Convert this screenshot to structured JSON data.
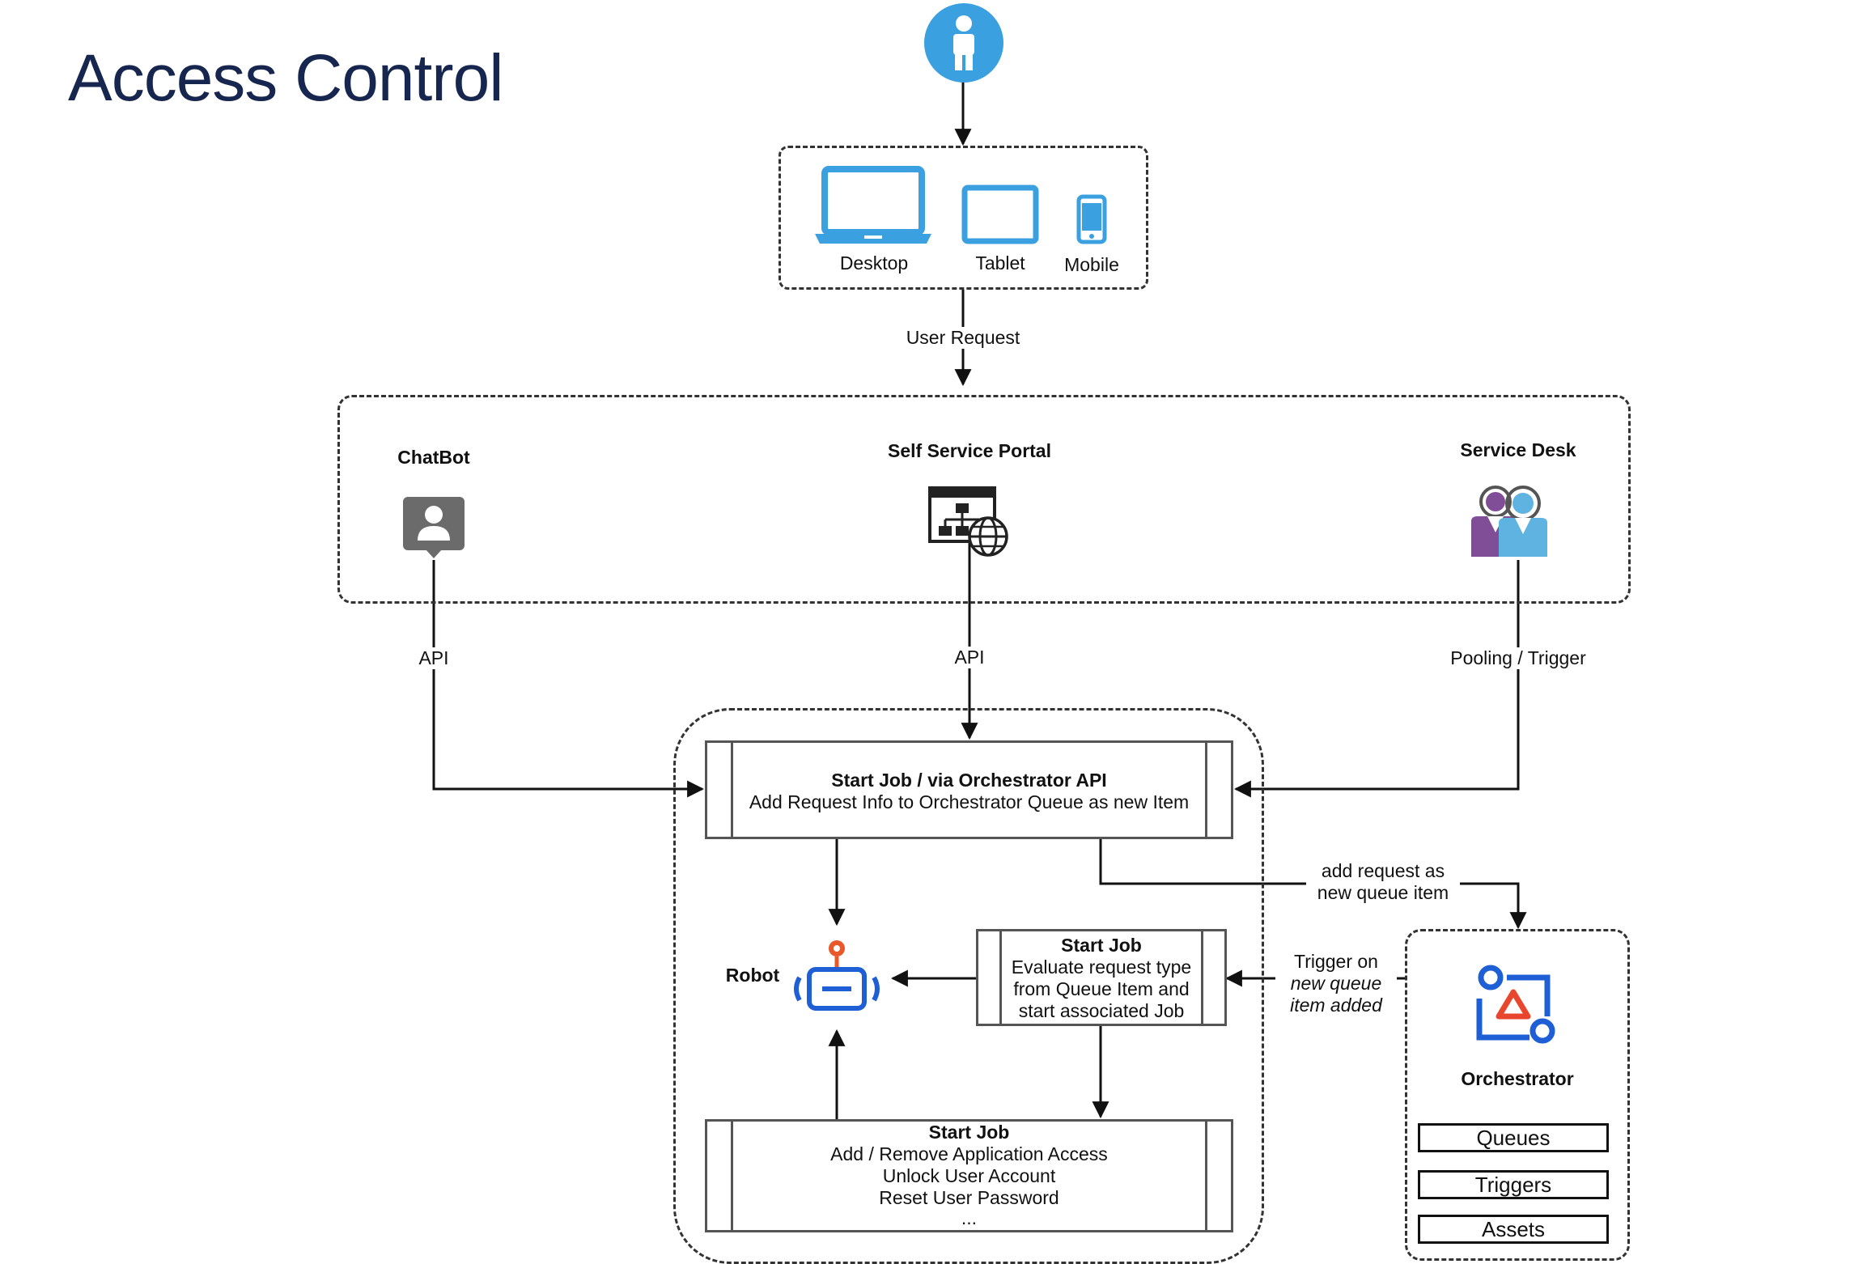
{
  "title": "Access Control",
  "devices": {
    "desktop": "Desktop",
    "tablet": "Tablet",
    "mobile": "Mobile"
  },
  "edge_labels": {
    "user_request": "User Request",
    "api_chatbot": "API",
    "api_portal": "API",
    "pooling_trigger": "Pooling / Trigger",
    "add_request_line1": "add request as",
    "add_request_line2": "new queue item",
    "trigger_line1": "Trigger on",
    "trigger_line2": "new queue",
    "trigger_line3": "item added"
  },
  "channels": {
    "chatbot": "ChatBot",
    "portal": "Self Service Portal",
    "service_desk": "Service Desk"
  },
  "process_api": {
    "title": "Start Job / via Orchestrator API",
    "line1": "Add Request Info to Orchestrator Queue as new Item"
  },
  "process_evaluate": {
    "title": "Start Job",
    "line1": "Evaluate request type",
    "line2": "from Queue Item and",
    "line3": "start associated Job"
  },
  "process_actions": {
    "title": "Start Job",
    "line1": "Add / Remove Application Access",
    "line2": "Unlock User Account",
    "line3": "Reset User Password",
    "line4": "..."
  },
  "robot": {
    "label": "Robot"
  },
  "orchestrator": {
    "label": "Orchestrator",
    "items": [
      "Queues",
      "Triggers",
      "Assets"
    ]
  },
  "colors": {
    "accent_blue": "#3ba0e0",
    "robot_blue": "#1f5fd6",
    "robot_orange": "#e8582a",
    "orch_red": "#e8472e",
    "title_navy": "#16264f",
    "chatbot_gray": "#6b6b6b",
    "desk_purple": "#7f4e97",
    "desk_blue": "#5fb3e0"
  }
}
